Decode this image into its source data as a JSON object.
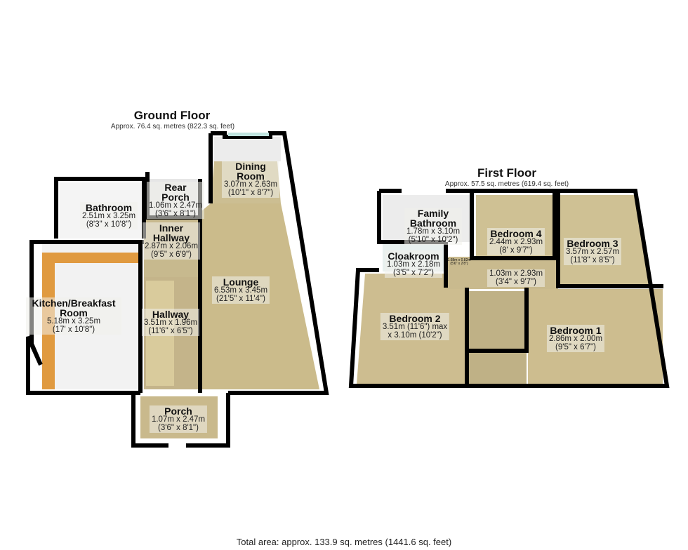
{
  "ground_floor": {
    "title": "Ground Floor",
    "area": "Approx. 76.4 sq. metres (822.3 sq. feet)",
    "rooms": [
      {
        "name": "Bathroom",
        "dims": "2.51m x 3.25m",
        "imperial": "(8'3\" x 10'8\")"
      },
      {
        "name": "Rear Porch",
        "dims": "1.06m x 2.47m",
        "imperial": "(3'6\" x 8'1\")"
      },
      {
        "name": "Inner Hallway",
        "dims": "2.87m x 2.06m",
        "imperial": "(9'5\" x 6'9\")"
      },
      {
        "name": "Dining Room",
        "dims": "3.07m x 2.63m",
        "imperial": "(10'1\" x 8'7\")"
      },
      {
        "name": "Lounge",
        "dims": "6.53m x 3.45m",
        "imperial": "(21'5\" x 11'4\")"
      },
      {
        "name": "Kitchen/Breakfast Room",
        "dims": "5.18m x 3.25m",
        "imperial": "(17' x 10'8\")"
      },
      {
        "name": "Hallway",
        "dims": "3.51m x 1.96m",
        "imperial": "(11'6\" x 6'5\")"
      },
      {
        "name": "Porch",
        "dims": "1.07m x 2.47m",
        "imperial": "(3'6\" x 8'1\")"
      }
    ]
  },
  "first_floor": {
    "title": "First Floor",
    "area": "Approx. 57.5 sq. metres (619.4 sq. feet)",
    "rooms": [
      {
        "name": "Family Bathroom",
        "dims": "1.78m x 3.10m",
        "imperial": "(5'10\" x 10'2\")"
      },
      {
        "name": "Cloakroom",
        "dims": "1.03m x 2.18m",
        "imperial": "(3'5\" x 7'2\")"
      },
      {
        "name": "",
        "dims": "1.68m x 0.82m",
        "imperial": "(5'6\" x 2'8\")"
      },
      {
        "name": "Bedroom 4",
        "dims": "2.44m x 2.93m",
        "imperial": "(8' x 9'7\")"
      },
      {
        "name": "Bedroom 3",
        "dims": "3.57m x 2.57m",
        "imperial": "(11'8\" x 8'5\")"
      },
      {
        "name": "",
        "dims": "1.03m x 2.93m",
        "imperial": "(3'4\" x 9'7\")"
      },
      {
        "name": "Bedroom 2",
        "dims": "3.51m (11'6\") max",
        "imperial": "x 3.10m (10'2\")"
      },
      {
        "name": "Bedroom 1",
        "dims": "2.86m x 2.00m",
        "imperial": "(9'5\" x 6'7\")"
      }
    ]
  },
  "total_area": "Total area: approx. 133.9 sq. metres (1441.6 sq. feet)",
  "colors": {
    "carpet": "#c9b98a",
    "kitchen_worktop": "#e09a40",
    "tile": "#eeeeee",
    "wall": "#000000",
    "window": "#bfe3df"
  }
}
